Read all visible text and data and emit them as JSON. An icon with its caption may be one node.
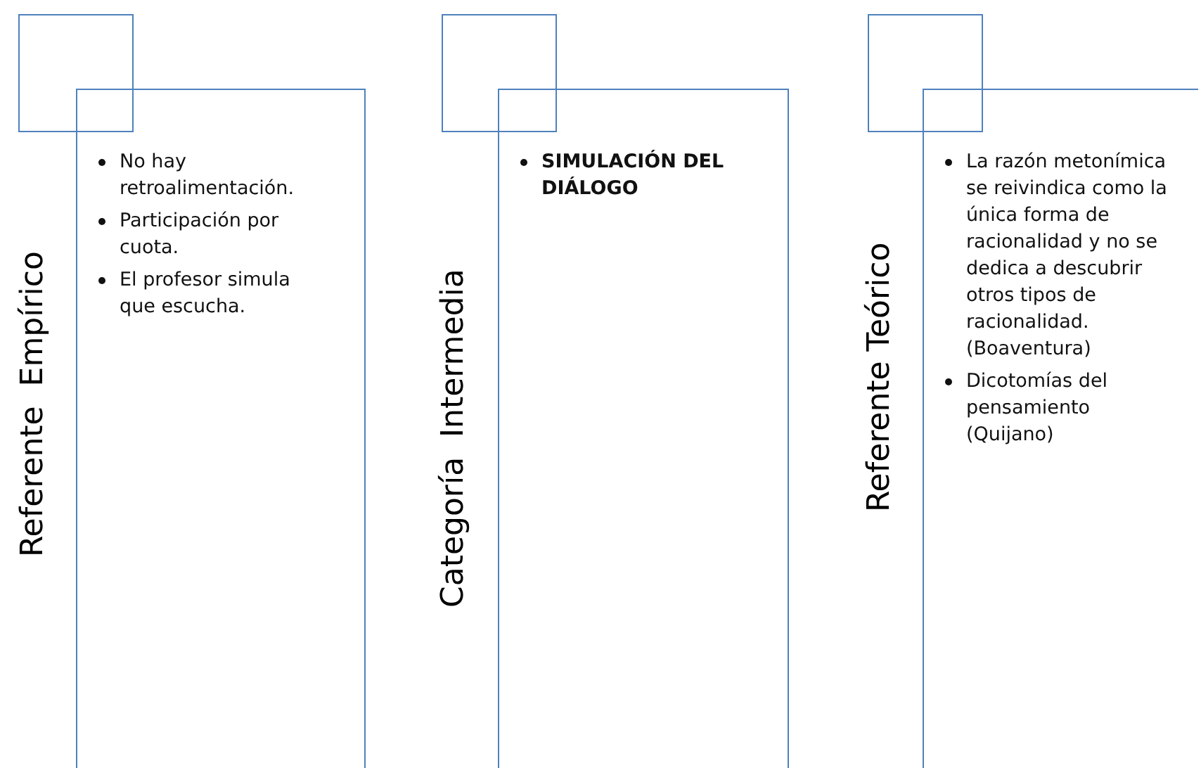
{
  "diagram": {
    "nodes": [
      {
        "text": [],
        "shape": "box"
      },
      {
        "text": [
          "Referente  Empírico",
          "No hay retroalimentación.",
          "Participación por cuota.",
          "El profesor simula que escucha."
        ]
      },
      {
        "text": [],
        "shape": "box"
      },
      {
        "text": [
          "Categoría  Intermedia",
          "SIMULACIÓN DEL DIÁLOGO"
        ]
      },
      {
        "text": [],
        "shape": "box"
      },
      {
        "text": [
          "Referente Teórico",
          "La razón metonímica se reivindica como la única forma de racionalidad y no se dedica a descubrir otros tipos de racionalidad. (Boaventura)",
          "Dicotomías del pensamiento (Quijano)"
        ]
      }
    ]
  }
}
